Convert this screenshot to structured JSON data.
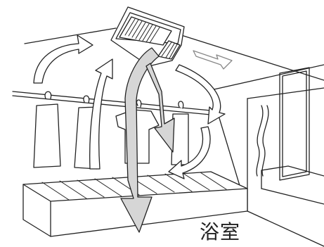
{
  "room_label": "浴室",
  "colors": {
    "line": "#222222",
    "arrow_fill": "#ffffff",
    "arrow_shade": "#b8b8b8",
    "background": "#ffffff"
  },
  "icons": [
    "ventilation-dryer-unit",
    "airflow-arrow",
    "clothes-hanger",
    "bathtub"
  ]
}
